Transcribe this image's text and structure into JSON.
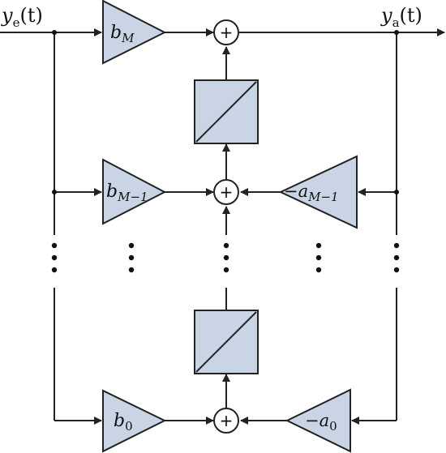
{
  "signals": {
    "input": {
      "sym": "y",
      "sub": "e",
      "arg": "(t)"
    },
    "output": {
      "sym": "y",
      "sub": "a",
      "arg": "(t)"
    }
  },
  "gains": {
    "b_M": {
      "sym": "b",
      "sub": "M"
    },
    "b_M1": {
      "sym": "b",
      "sub": "M−1"
    },
    "b_0": {
      "sym": "b",
      "sub": "0"
    },
    "a_M1": {
      "sym": "−a",
      "sub": "M−1"
    },
    "a_0": {
      "sym": "−a",
      "sub": "0"
    }
  },
  "sum_symbol": "+",
  "colors": {
    "block_fill": "#c9d5e4",
    "line": "#222222"
  }
}
